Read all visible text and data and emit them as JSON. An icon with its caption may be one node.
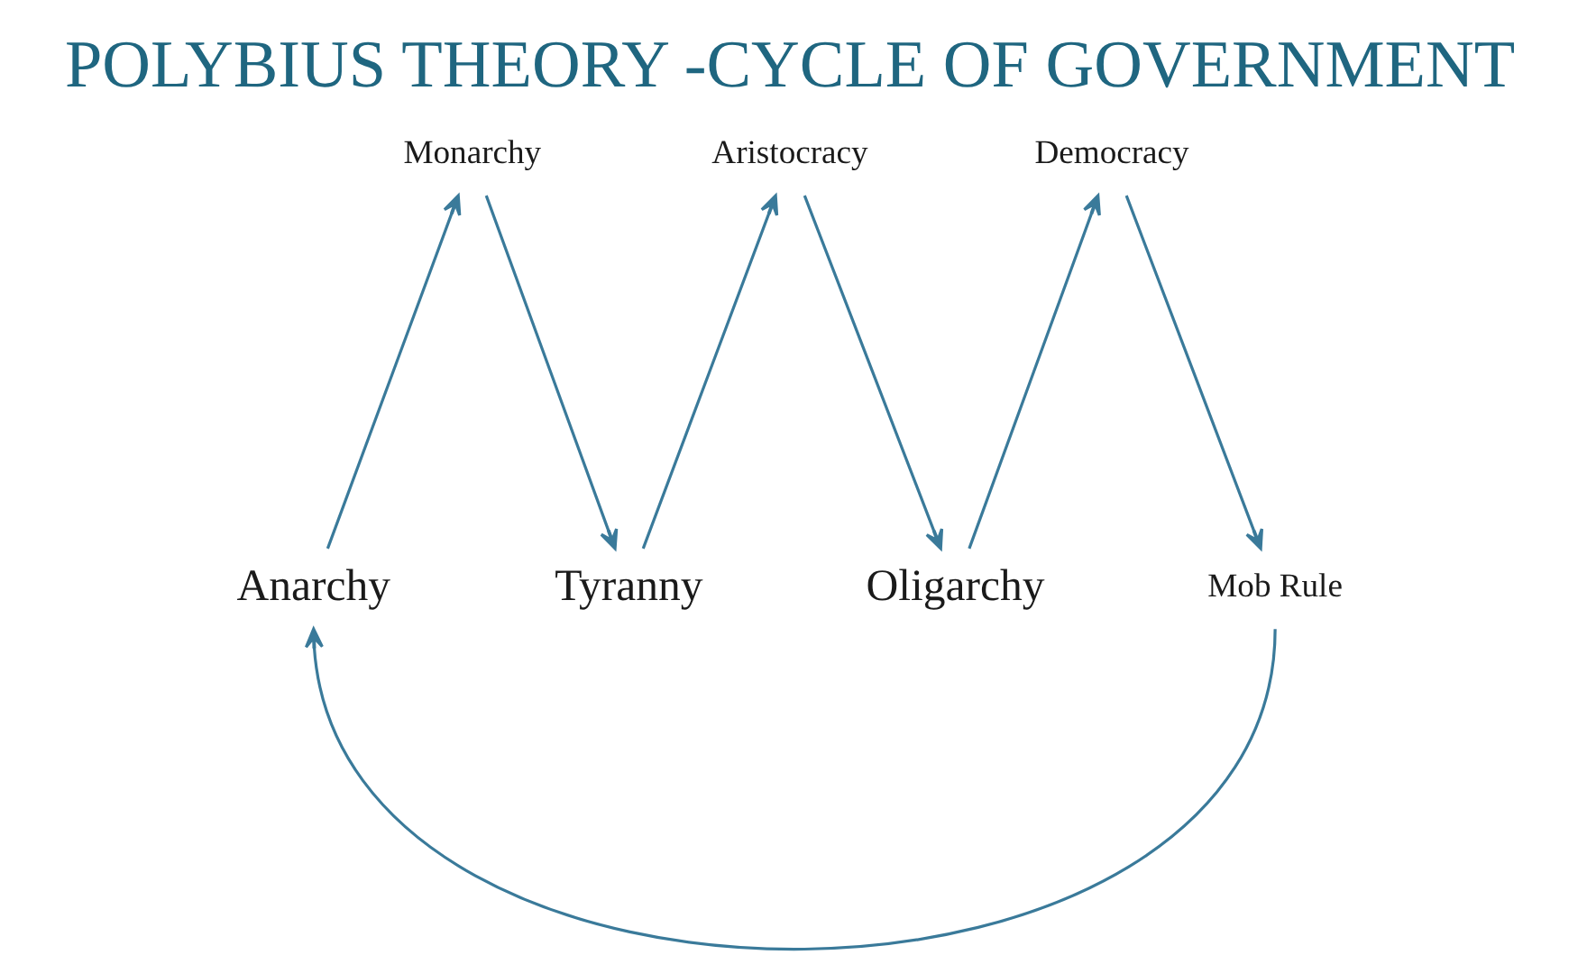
{
  "diagram": {
    "title": "POLYBIUS THEORY -CYCLE OF GOVERNMENT",
    "nodes": [
      {
        "text": [
          "Monarchy"
        ]
      },
      {
        "text": [
          "Aristocracy"
        ]
      },
      {
        "text": [
          "Democracy"
        ]
      },
      {
        "text": [
          "Anarchy"
        ]
      },
      {
        "text": [
          "Tyranny"
        ]
      },
      {
        "text": [
          "Oligarchy"
        ]
      },
      {
        "text": [
          "Mob Rule"
        ]
      }
    ],
    "edges": [
      {
        "from": 3,
        "to": 0,
        "arrow": "to"
      },
      {
        "from": 0,
        "to": 4,
        "arrow": "to"
      },
      {
        "from": 4,
        "to": 1,
        "arrow": "to"
      },
      {
        "from": 1,
        "to": 5,
        "arrow": "to"
      },
      {
        "from": 5,
        "to": 2,
        "arrow": "to"
      },
      {
        "from": 2,
        "to": 6,
        "arrow": "to"
      },
      {
        "from": 6,
        "to": 3,
        "arrow": "to"
      }
    ]
  }
}
